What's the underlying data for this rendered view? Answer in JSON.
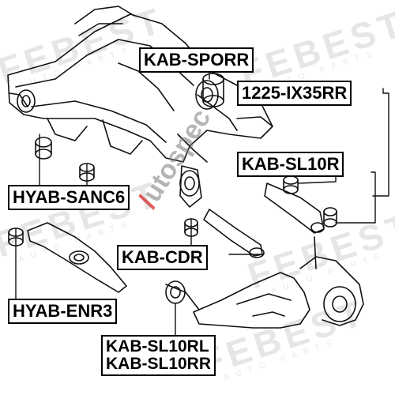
{
  "watermark": {
    "brand": "FEBEST",
    "sub": "AUTO PARTS"
  },
  "site_mark": {
    "lead": "/",
    "rest": "utospec"
  },
  "labels": {
    "kab_sporr": "KAB-SPORR",
    "ix35rr": "1225-IX35RR",
    "kab_sl10r": "KAB-SL10R",
    "hyab_sanc6": "HYAB-SANC6",
    "kab_cdr": "KAB-CDR",
    "hyab_enr3": "HYAB-ENR3",
    "kab_sl10rl": "KAB-SL10RL",
    "kab_sl10rr": "KAB-SL10RR"
  }
}
